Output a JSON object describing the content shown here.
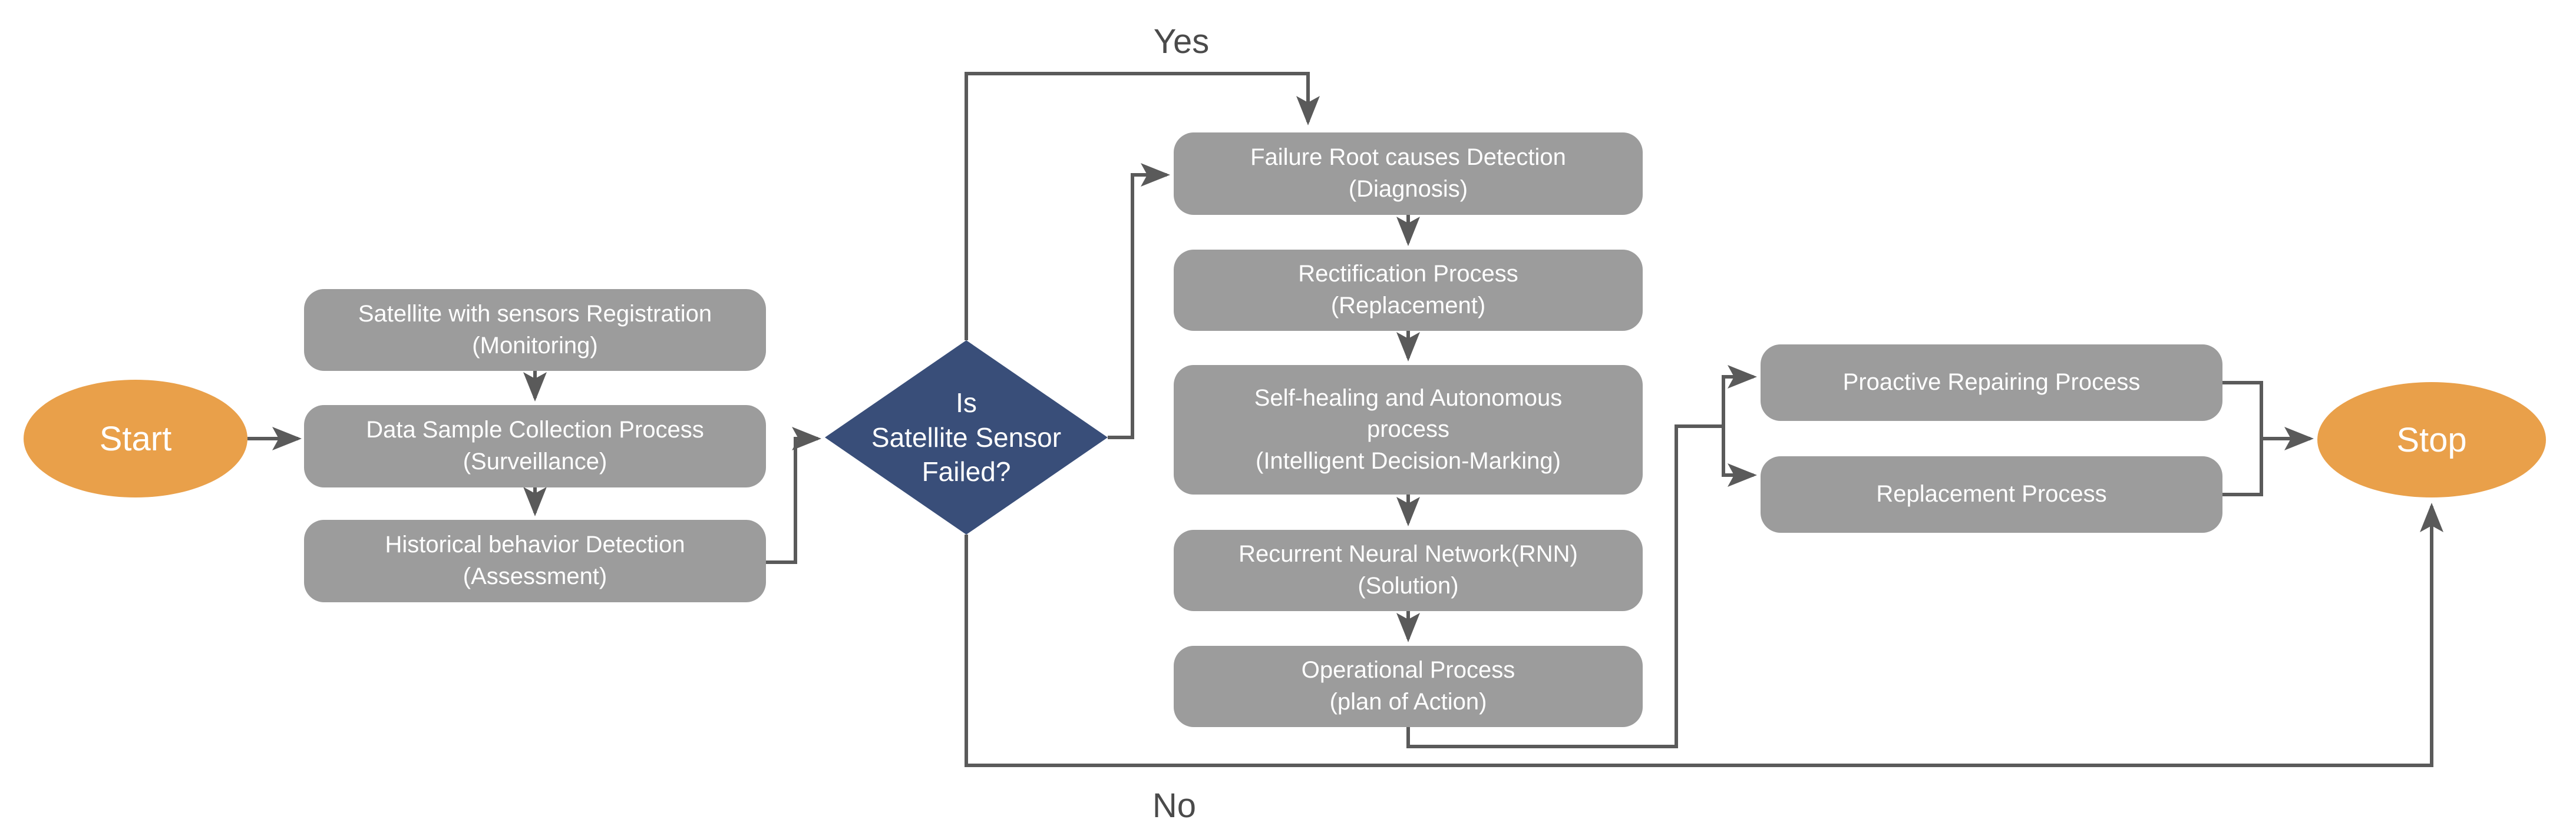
{
  "diagram": {
    "start_label": "Start",
    "stop_label": "Stop",
    "decision_label": "Is\nSatellite Sensor\nFailed?",
    "yes_label": "Yes",
    "no_label": "No",
    "stage1": [
      {
        "label": "Satellite with sensors Registration\n(Monitoring)"
      },
      {
        "label": "Data Sample Collection Process\n(Surveillance)"
      },
      {
        "label": "Historical behavior Detection\n(Assessment)"
      }
    ],
    "yes_branch": [
      {
        "label": "Failure Root causes Detection\n(Diagnosis)"
      },
      {
        "label": "Rectification Process\n(Replacement)"
      },
      {
        "label": "Self-healing and Autonomous\nprocess\n(Intelligent Decision-Marking)"
      },
      {
        "label": "Recurrent Neural Network(RNN)\n(Solution)"
      },
      {
        "label": "Operational Process\n(plan of Action)"
      }
    ],
    "outcome_branch": [
      {
        "label": "Proactive Repairing Process"
      },
      {
        "label": "Replacement Process"
      }
    ],
    "theme": {
      "terminator_fill": "#E9A04A",
      "process_fill": "#9C9C9C",
      "decision_fill": "#394E79",
      "connector_color": "#5A5A5A",
      "node_text_color": "#FFFFFF",
      "branch_label_color": "#4A4A4A",
      "background": "#FFFFFF"
    }
  }
}
